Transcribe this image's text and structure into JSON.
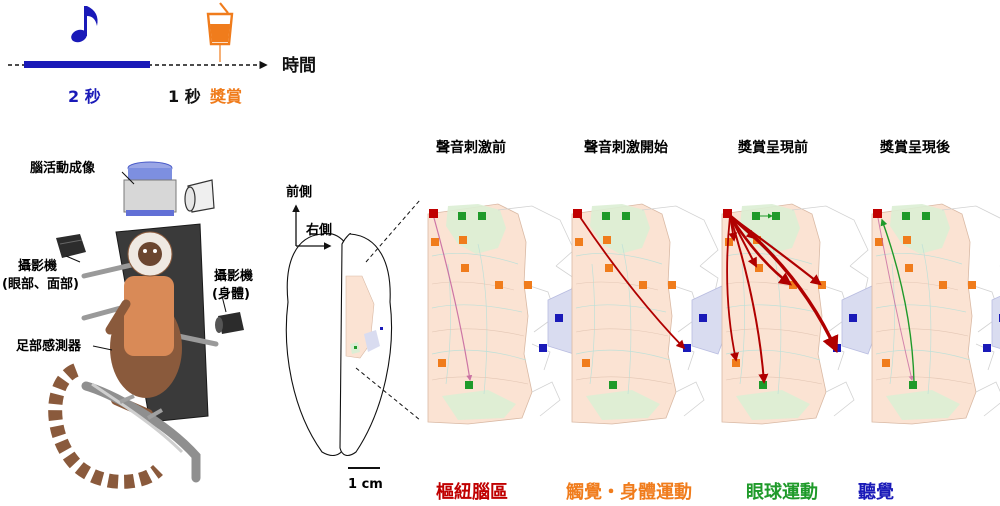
{
  "timeline": {
    "sound_duration": "2 秒",
    "delay_duration": "1 秒",
    "reward_label": "獎賞",
    "time_axis_label": "時間",
    "music_note_icon": "music-note-icon",
    "juice_cup_icon": "juice-cup-icon"
  },
  "apparatus": {
    "imaging_label": "腦活動成像",
    "face_camera_label_line1": "攝影機",
    "face_camera_label_line2": "(眼部、面部)",
    "body_camera_label_line1": "攝影機",
    "body_camera_label_line2": "(身體)",
    "foot_sensor_label": "足部感測器"
  },
  "brain": {
    "anterior_label": "前側",
    "right_label": "右側",
    "scale_bar_label": "1 cm"
  },
  "panels": [
    {
      "title": "聲音刺激前"
    },
    {
      "title": "聲音刺激開始"
    },
    {
      "title": "獎賞呈現前"
    },
    {
      "title": "獎賞呈現後"
    }
  ],
  "legend": {
    "hub": "樞紐腦區",
    "somatomotor": "觸覺・身體運動",
    "oculomotor": "眼球運動",
    "auditory": "聽覺"
  },
  "colors": {
    "hub": "#c00000",
    "somatomotor": "#f07c1c",
    "oculomotor": "#1f9a2a",
    "auditory": "#1a1ab8",
    "sound_bar": "#1a1ab8",
    "reward": "#f07c1c",
    "cortex_fill": "#fbe3d3",
    "green_region": "#dbeed4",
    "blue_region": "#d9dcf0"
  }
}
